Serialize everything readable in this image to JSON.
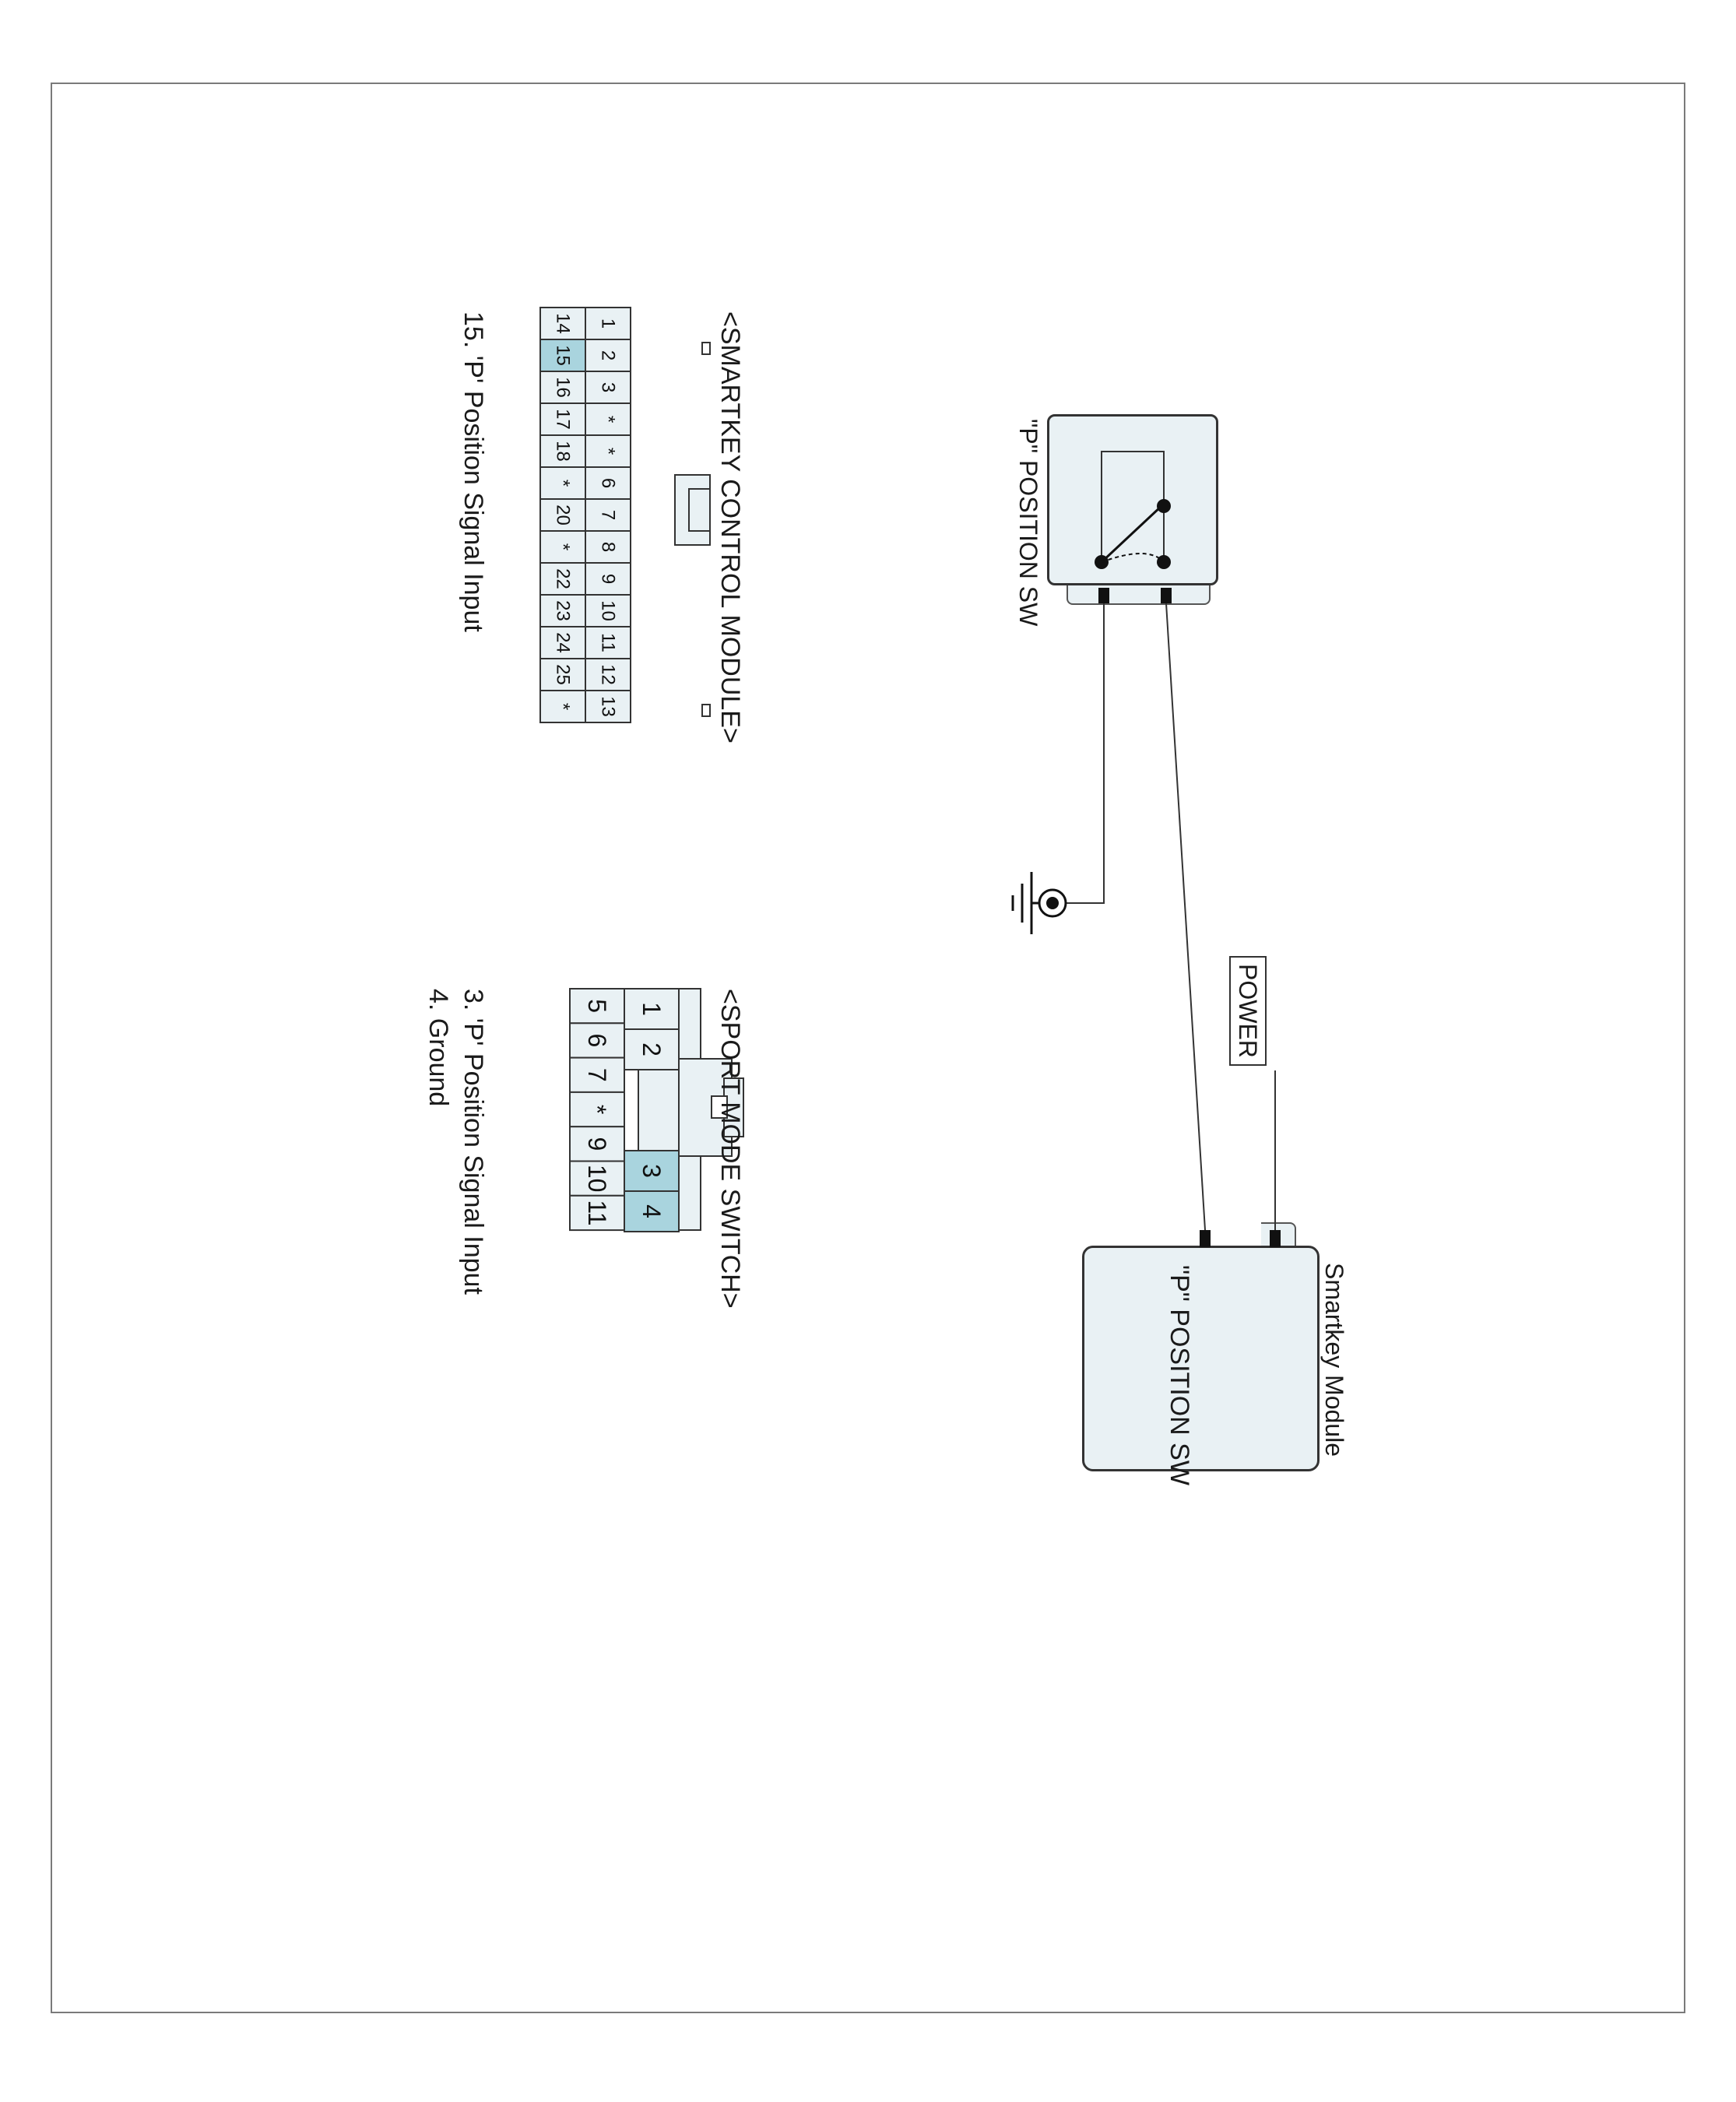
{
  "smartkey_module": {
    "title": "Smartkey Module",
    "inner_label": "\"P\" POSITION SW"
  },
  "p_switch": {
    "label": "\"P\" POSITION SW"
  },
  "power": {
    "label": "POWER"
  },
  "smartkey_connector": {
    "title": "<SMARTKEY CONTROL MODULE>",
    "top_row": [
      "1",
      "2",
      "3",
      "*",
      "*",
      "6",
      "7",
      "8",
      "9",
      "10",
      "11",
      "12",
      "13"
    ],
    "bottom_row": [
      "14",
      "15",
      "16",
      "17",
      "18",
      "*",
      "20",
      "*",
      "22",
      "23",
      "24",
      "25",
      "*"
    ],
    "highlight": [
      "15"
    ],
    "pin_notes": [
      "15. 'P' Position Signal Input"
    ]
  },
  "sport_connector": {
    "title": "<SPORT MODE SWITCH>",
    "top_row": [
      "1",
      "2",
      "",
      "",
      "3",
      "4"
    ],
    "bottom_row": [
      "5",
      "6",
      "7",
      "*",
      "9",
      "10",
      "11"
    ],
    "highlight": [
      "3",
      "4"
    ],
    "pin_notes": [
      "3. 'P' Position Signal Input",
      "4. Ground"
    ]
  },
  "colors": {
    "highlight": "#a9d4de",
    "fill": "#e9f1f4",
    "line": "#333333"
  }
}
